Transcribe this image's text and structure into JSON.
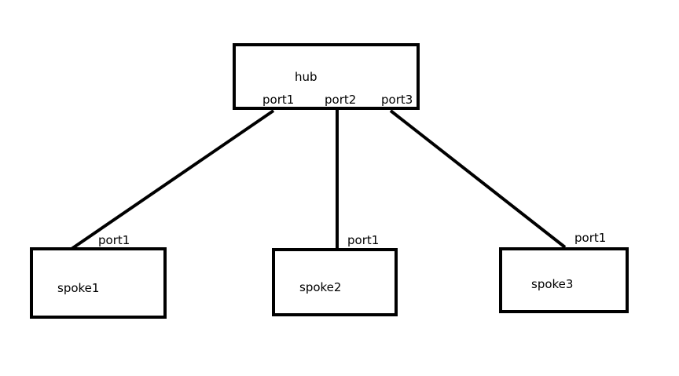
{
  "hub": {
    "label": "hub",
    "ports": [
      "port1",
      "port2",
      "port3"
    ]
  },
  "spokes": [
    {
      "label": "spoke1",
      "port": "port1"
    },
    {
      "label": "spoke2",
      "port": "port1"
    },
    {
      "label": "spoke3",
      "port": "port1"
    }
  ],
  "links": [
    {
      "from": "hub.port1",
      "to": "spoke1.port1"
    },
    {
      "from": "hub.port2",
      "to": "spoke2.port1"
    },
    {
      "from": "hub.port3",
      "to": "spoke3.port1"
    }
  ],
  "colors": {
    "stroke": "#000000",
    "background": "#ffffff"
  }
}
